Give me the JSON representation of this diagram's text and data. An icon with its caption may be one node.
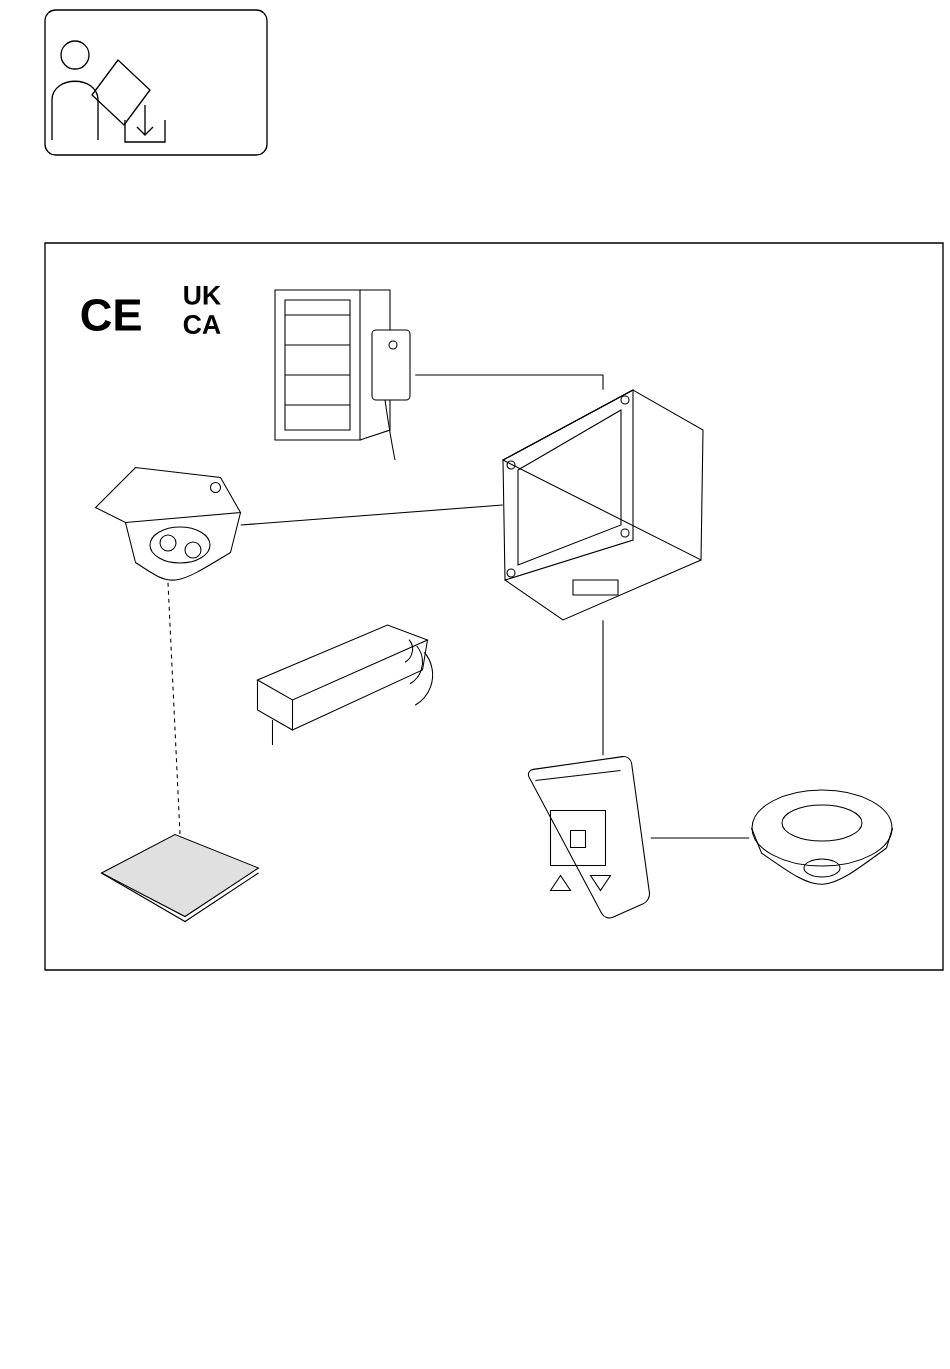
{
  "diagram": {
    "nodes": [
      {
        "text": [],
        "shape": "picture"
      },
      {
        "text": [],
        "shape": "picture"
      },
      {
        "text": [],
        "shape": "picture"
      },
      {
        "text": [],
        "shape": "picture"
      },
      {
        "text": [],
        "shape": "picture"
      },
      {
        "text": [],
        "shape": "picture"
      },
      {
        "text": [],
        "shape": "picture"
      }
    ],
    "edges": [
      {
        "from": 0,
        "to": 1,
        "arrow": "none"
      },
      {
        "from": 2,
        "to": 1,
        "arrow": "none"
      },
      {
        "from": 2,
        "to": 4,
        "arrow": "none",
        "style": "dashed"
      },
      {
        "from": 1,
        "to": 5,
        "arrow": "none"
      },
      {
        "from": 5,
        "to": 6,
        "arrow": "none"
      }
    ],
    "labels": [
      "CE",
      "UK CA"
    ]
  }
}
